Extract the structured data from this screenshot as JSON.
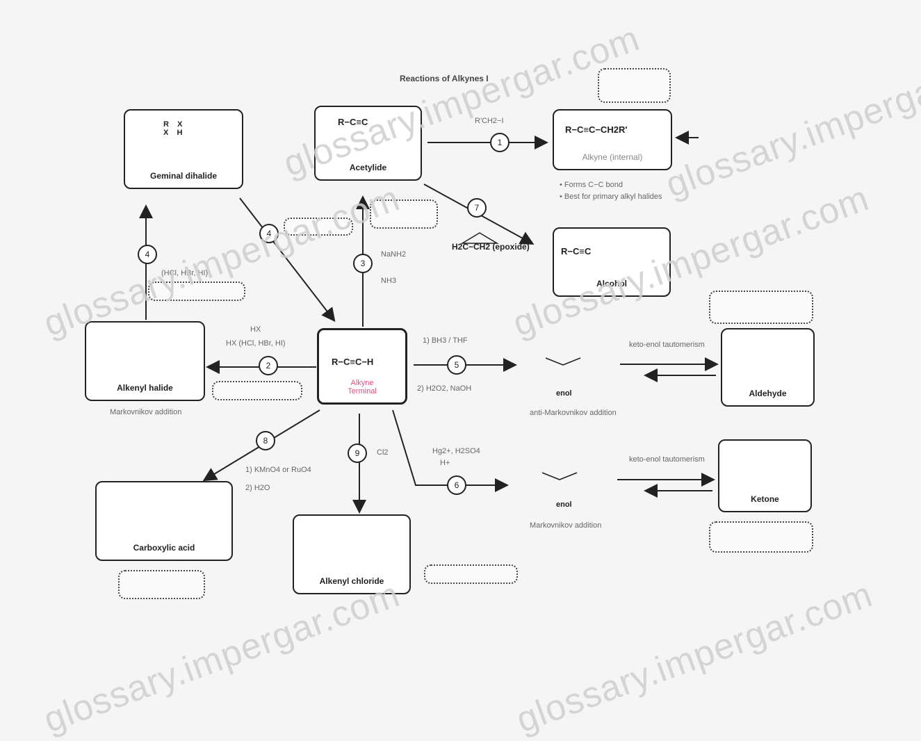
{
  "title": "Reactions of Alkynes I",
  "center": {
    "formula": "R−C≡C−H",
    "sub1": "Alkyne",
    "sub2": "Terminal"
  },
  "nodes": {
    "geminal": {
      "label": "Geminal dihalide"
    },
    "acetylide": {
      "formula": "R−C≡C",
      "label": "Acetylide"
    },
    "alkylated": {
      "formula": "R−C≡C−CH2R'",
      "label": "Alkyne (internal)"
    },
    "alcohol": {
      "formula": "R−C≡C",
      "label": "Alcohol"
    },
    "alkenylhalide": {
      "label": "Alkenyl halide"
    },
    "aldehyde": {
      "label": "Aldehyde"
    },
    "ketone": {
      "label": "Ketone"
    },
    "carboxylic": {
      "label": "Carboxylic acid"
    },
    "alkenylchloride": {
      "label": "Alkenyl chloride"
    },
    "enol1": {
      "label": "enol"
    },
    "enol2": {
      "label": "enol"
    }
  },
  "reagents": {
    "r1": "R'CH2−I",
    "r2": "HX (HCl, HBr, HI)",
    "r2b": "HX",
    "r3": "NaNH2",
    "r3b": "NH3",
    "r4": "(HCl, HBr, HI)",
    "r5": "1) BH3 / THF",
    "r5b": "2) H2O2, NaOH",
    "r6": "Hg2+, H2SO4",
    "r6b": "H+",
    "r7": "H2C−CH2 (epoxide)",
    "r8": "1) KMnO4 or RuO4",
    "r8b": "2) H2O",
    "r9": "Cl2"
  },
  "notes": {
    "n1": "Markovnikov addition",
    "n2": "anti-Markovnikov addition",
    "n3": "Markovnikov addition",
    "n4": "• Forms C−C bond",
    "n5": "• Best for primary alkyl halides",
    "tauto1": "keto-enol tautomerism",
    "tauto2": "keto-enol tautomerism"
  },
  "steps": [
    "1",
    "2",
    "3",
    "4",
    "5",
    "6",
    "7",
    "8",
    "9"
  ],
  "watermarks": [
    "glossary.impergar.com",
    "glossary.impergar.com",
    "glossary.impergar.com",
    "glossary.impergar.com",
    "glossary.impergar.com",
    "glossary.impergar.com"
  ]
}
